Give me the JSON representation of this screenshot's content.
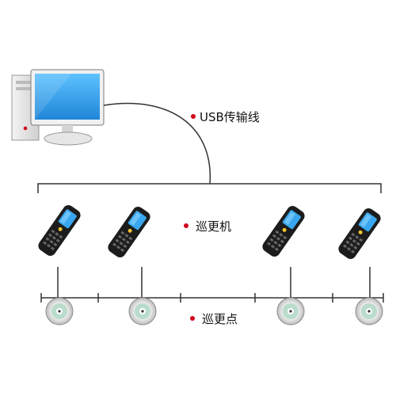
{
  "labels": {
    "cable": "USB传输线",
    "device": "巡更机",
    "point": "巡更点"
  },
  "icons": {
    "computer": "desktop-computer-icon",
    "device": "handheld-terminal-icon",
    "point": "patrol-checkpoint-icon"
  },
  "colors": {
    "line": "#333333",
    "bullet": "#d0021b",
    "screen": "#2e9ae8",
    "device_body": "#1c1c1c",
    "device_screen": "#39a7f0",
    "point_ring": "#b9dccb"
  }
}
